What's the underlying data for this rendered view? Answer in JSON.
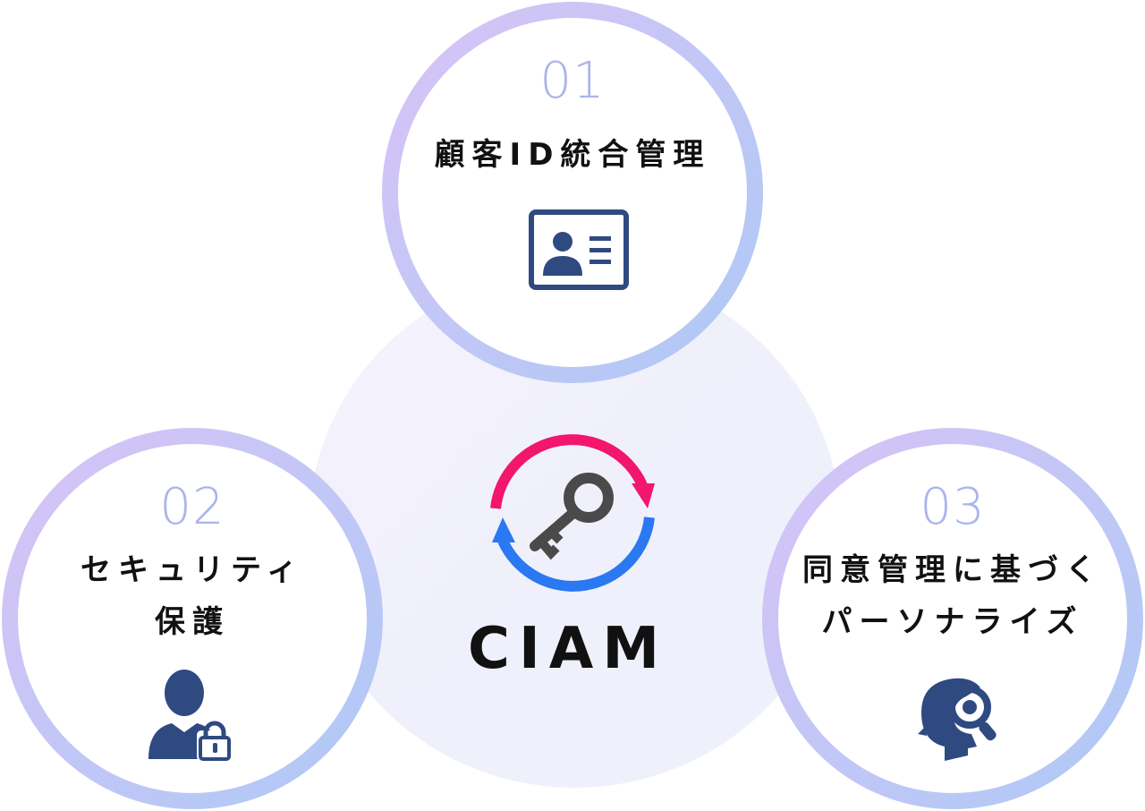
{
  "center": {
    "title": "CIAM",
    "icon": "key-cycle-icon",
    "colors": {
      "top_arc": "#f2166c",
      "bottom_arc": "#2a78f2",
      "key": "#4a4a4a"
    }
  },
  "features": [
    {
      "number": "01",
      "lines": [
        "顧客ID統合管理"
      ],
      "icon": "id-card-icon"
    },
    {
      "number": "02",
      "lines": [
        "セキュリティ",
        "保護"
      ],
      "icon": "user-lock-icon"
    },
    {
      "number": "03",
      "lines": [
        "同意管理に基づく",
        "パーソナライズ"
      ],
      "icon": "head-search-icon"
    }
  ],
  "colors": {
    "ring_start": "#d9c2f6",
    "ring_end": "#aec8f6",
    "number": "#aab4ec",
    "icon": "#2e4a80",
    "text": "#111111"
  }
}
